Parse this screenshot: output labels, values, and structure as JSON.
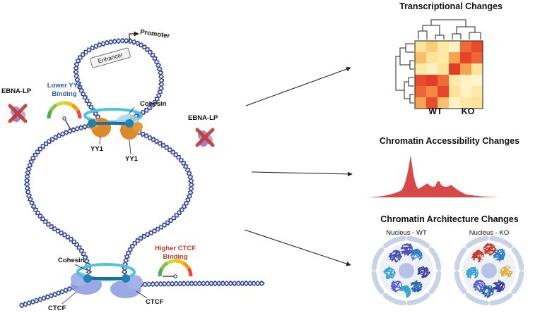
{
  "labels": {
    "promoter": "Promoter",
    "enhancer": "Enhancer",
    "cohesin_top": "Cohesin",
    "cohesin_bottom": "Cohesin",
    "yy1_left": "YY1",
    "yy1_right": "YY1",
    "ctcf_left": "CTCF",
    "ctcf_right": "CTCF",
    "ebna_lp_left": "EBNA-LP",
    "ebna_lp_right": "EBNA-LP",
    "lower_yy1_line1": "Lower YY1",
    "lower_yy1_line2": "Binding",
    "higher_ctcf_line1": "Higher CTCF",
    "higher_ctcf_line2": "Binding"
  },
  "panels": {
    "transcriptional": {
      "title": "Transcriptional Changes",
      "wt": "WT",
      "ko": "KO"
    },
    "accessibility": {
      "title": "Chromatin Accessibility Changes"
    },
    "architecture": {
      "title": "Chromatin Architecture Changes",
      "nucleus_wt": "Nucleus - WT",
      "nucleus_ko": "Nucleus - KO"
    }
  },
  "heatmap": {
    "cells": [
      [
        "#fbe39a",
        "#f8cf74",
        "#fde8a6",
        "#fef2c4",
        "#ef6a39",
        "#e84c2c"
      ],
      [
        "#f7c06a",
        "#fbe39a",
        "#fde8a6",
        "#f5a550",
        "#e8432b",
        "#ee6537"
      ],
      [
        "#fde8a6",
        "#fef2c4",
        "#fbe39a",
        "#e23d2a",
        "#f5a550",
        "#fbe39a"
      ],
      [
        "#e84c2c",
        "#e23d2a",
        "#ef6a39",
        "#fde8a6",
        "#fef2c4",
        "#fdf4cf"
      ],
      [
        "#ee6537",
        "#f28a44",
        "#e8432b",
        "#fbe39a",
        "#fef2c4",
        "#fde8a6"
      ],
      [
        "#f5a550",
        "#e84c2c",
        "#f7c06a",
        "#fef2c4",
        "#fde8a6",
        "#fbe39a"
      ]
    ]
  },
  "colors": {
    "dna": "#2b3a8c",
    "cohesin": "#4fc3d9",
    "yy1": "#d98a2a",
    "ctcf": "#8f9fe0",
    "cross": "#c0392b",
    "ebna": "#b08bd6",
    "accessibility": "#d94848",
    "lower_yy1_text": "#2d5fb3",
    "higher_ctcf_text": "#c8372b"
  },
  "icons": [
    "ebna-lp-left-icon",
    "ebna-lp-right-icon",
    "cross-icon",
    "gauge-icon",
    "arrow-icon",
    "dendrogram-icon",
    "nucleus-icon"
  ]
}
